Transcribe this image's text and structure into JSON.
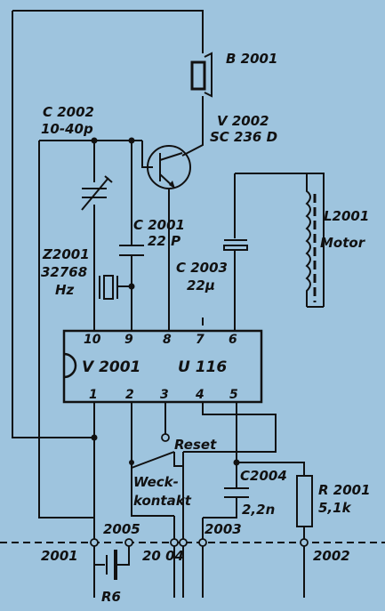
{
  "colors": {
    "background": "#9ec4de",
    "ink": "#111111"
  },
  "labels": {
    "b2001": "B 2001",
    "c2002_ref": "C 2002",
    "c2002_val": "10-40p",
    "v2002_ref": "V 2002",
    "v2002_type": "SC 236 D",
    "c2001_ref": "C 2001",
    "c2001_val": "22 P",
    "z2001_ref": "Z2001",
    "z2001_freq": "32768",
    "z2001_unit": "Hz",
    "c2003_ref": "C 2003",
    "c2003_val": "22µ",
    "l2001_ref": "L2001",
    "l2001_name": "Motor",
    "ic_ref": "V 2001",
    "ic_type": "U 116",
    "reset": "Reset",
    "weck_line1": "Weck-",
    "weck_line2": "kontakt",
    "c2004_ref": "C2004",
    "c2004_val": "2,2n",
    "r2001_ref": "R 2001",
    "r2001_val": "5,1k",
    "n2005": "2005",
    "n2003": "2003",
    "n2001": "2001",
    "n2004": "20 04",
    "n2002": "2002",
    "battery": "R6"
  },
  "ic_pins_top": [
    "10",
    "9",
    "8",
    "7",
    "6"
  ],
  "ic_pins_bottom": [
    "1",
    "2",
    "3",
    "4",
    "5"
  ]
}
